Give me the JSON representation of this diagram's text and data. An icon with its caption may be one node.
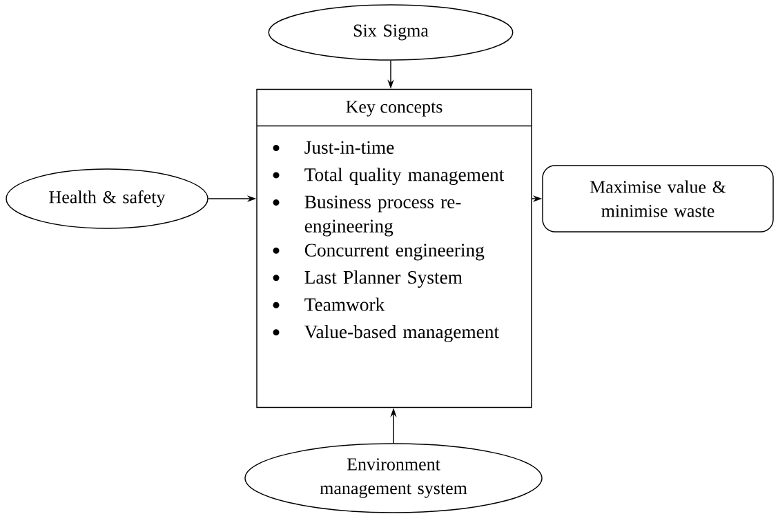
{
  "diagram": {
    "nodes": [
      {
        "text": [
          "Six Sigma"
        ]
      },
      {
        "text": [
          "Key concepts",
          "Just-in-time",
          "Total quality management",
          "Business process re-engineering",
          "Concurrent engineering",
          "Last Planner System",
          "Teamwork",
          "Value-based management"
        ]
      },
      {
        "text": [
          "Health & safety"
        ]
      },
      {
        "text": [
          "Maximise value & minimise waste"
        ]
      },
      {
        "text": [
          "Environment management system"
        ]
      }
    ],
    "edges": [
      {
        "from": 0,
        "to": 1,
        "arrow": "to"
      },
      {
        "from": 2,
        "to": 1,
        "arrow": "to"
      },
      {
        "from": 1,
        "to": 3,
        "arrow": "to"
      },
      {
        "from": 4,
        "to": 1,
        "arrow": "to"
      }
    ]
  }
}
